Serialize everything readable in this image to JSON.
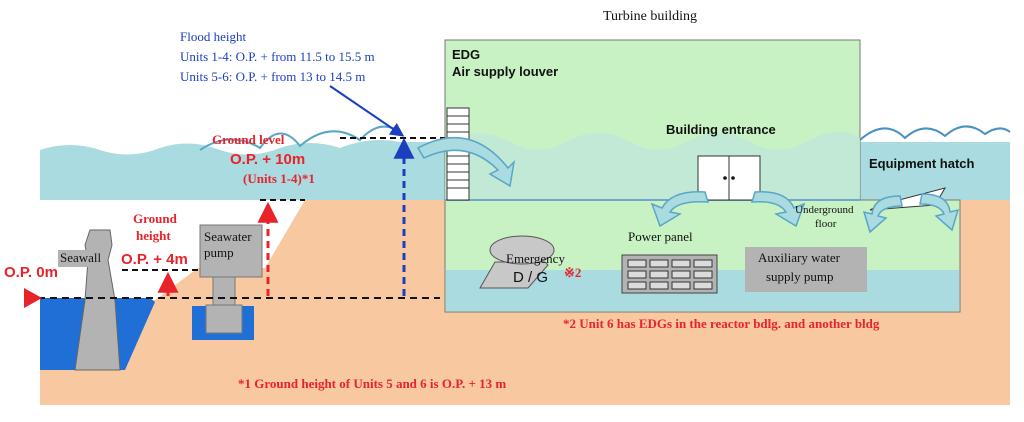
{
  "title": "Turbine building",
  "flood": {
    "heading": "Flood height",
    "units_1_4": "Units 1-4: O.P. + from 11.5 to 15.5 m",
    "units_5_6": "Units 5-6: O.P. + from 13 to 14.5 m"
  },
  "ground_level": {
    "label": "Ground level",
    "value": "O.P. + 10m",
    "units": "(Units 1-4)*1"
  },
  "ground_height": {
    "label_line1": "Ground",
    "label_line2": "height",
    "value": "O.P. + 4m"
  },
  "op_zero": "O.P. 0m",
  "seawall": "Seawall",
  "seawater_pump": {
    "line1": "Seawater",
    "line2": "pump"
  },
  "edg": {
    "line1": "EDG",
    "line2": "Air supply louver"
  },
  "building_entrance": "Building entrance",
  "equipment_hatch": "Equipment hatch",
  "underground_floor": {
    "line1": "Underground",
    "line2": "floor"
  },
  "emergency_dg": {
    "line1": "Emergency",
    "line2": "D / G",
    "mark": "※2"
  },
  "power_panel": "Power panel",
  "aux_pump": {
    "line1": "Auxiliary water",
    "line2": "supply pump"
  },
  "note_2": "*2 Unit 6 has EDGs in the reactor bdlg. and another bldg",
  "note_1": "*1 Ground height of Units 5 and 6 is O.P. + 13 m",
  "colors": {
    "ground": "#f8c9a0",
    "flood_water": "#a9dbe0",
    "sea": "#1f6fd6",
    "building": "#c9f2c4",
    "equipment_grey": "#b3b3b3",
    "red_label": "#e8232a",
    "blue_marker": "#1a3fbf"
  },
  "icons": [
    "arrow-icon",
    "door-icon",
    "louver-icon",
    "op-zero-marker-icon"
  ]
}
